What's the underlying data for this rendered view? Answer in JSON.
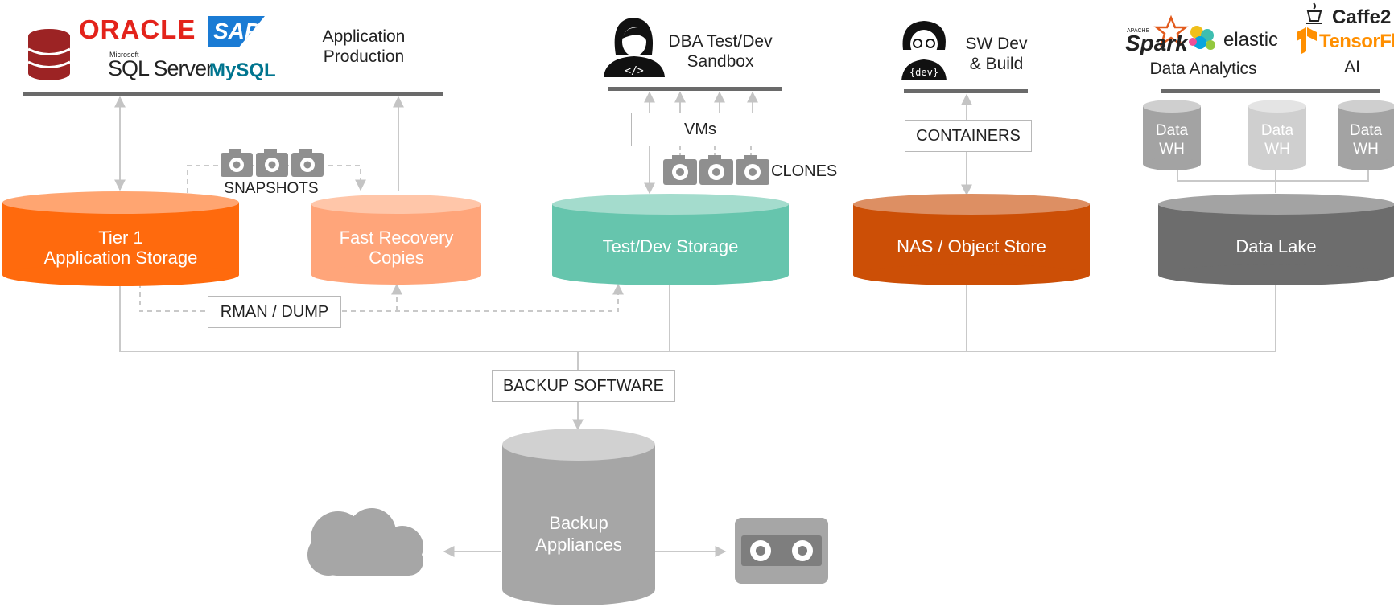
{
  "logos": {
    "oracle": "ORACLE",
    "sap": "SAP",
    "microsoft": "Microsoft",
    "sql_server": "SQL Server",
    "mysql": "MySQL",
    "spark_apache": "APACHE",
    "spark": "Spark",
    "elastic": "elastic",
    "caffe": "Caffe2",
    "tensorflow": "TensorFlow",
    "dev_badge": "{dev}",
    "dba_badge": "</>"
  },
  "workloads": {
    "app_production": "Application\nProduction",
    "dba_sandbox": "DBA Test/Dev\nSandbox",
    "sw_dev": "SW Dev\n& Build",
    "data_analytics": "Data Analytics",
    "ai": "AI"
  },
  "processes": {
    "snapshots": "SNAPSHOTS",
    "vms": "VMs",
    "clones": "CLONES",
    "containers": "CONTAINERS",
    "rman": "RMAN / DUMP",
    "backup_software": "BACKUP SOFTWARE"
  },
  "storage": {
    "tier1": "Tier 1\nApplication Storage",
    "fast_recovery": "Fast Recovery\nCopies",
    "testdev": "Test/Dev Storage",
    "nas": "NAS / Object Store",
    "data_lake": "Data Lake",
    "data_wh": "Data\nWH",
    "backup_appliances": "Backup\nAppliances"
  },
  "colors": {
    "tier1": "#ff6a0d",
    "fast_recovery": "#ffa57a",
    "testdev": "#66c5ad",
    "nas": "#cc4f06",
    "data_lake": "#6d6d6d",
    "data_wh": "#a3a3a3",
    "backup": "#a6a6a6",
    "connector": "#c9c9c9",
    "oracle_red": "#e3231b",
    "sap_blue": "#1a7bd4",
    "mysql_blue": "#00758f"
  },
  "icons": [
    "database-stack-icon",
    "camera-icon",
    "developer-woman-icon",
    "developer-man-icon",
    "cloud-icon",
    "tape-icon"
  ]
}
